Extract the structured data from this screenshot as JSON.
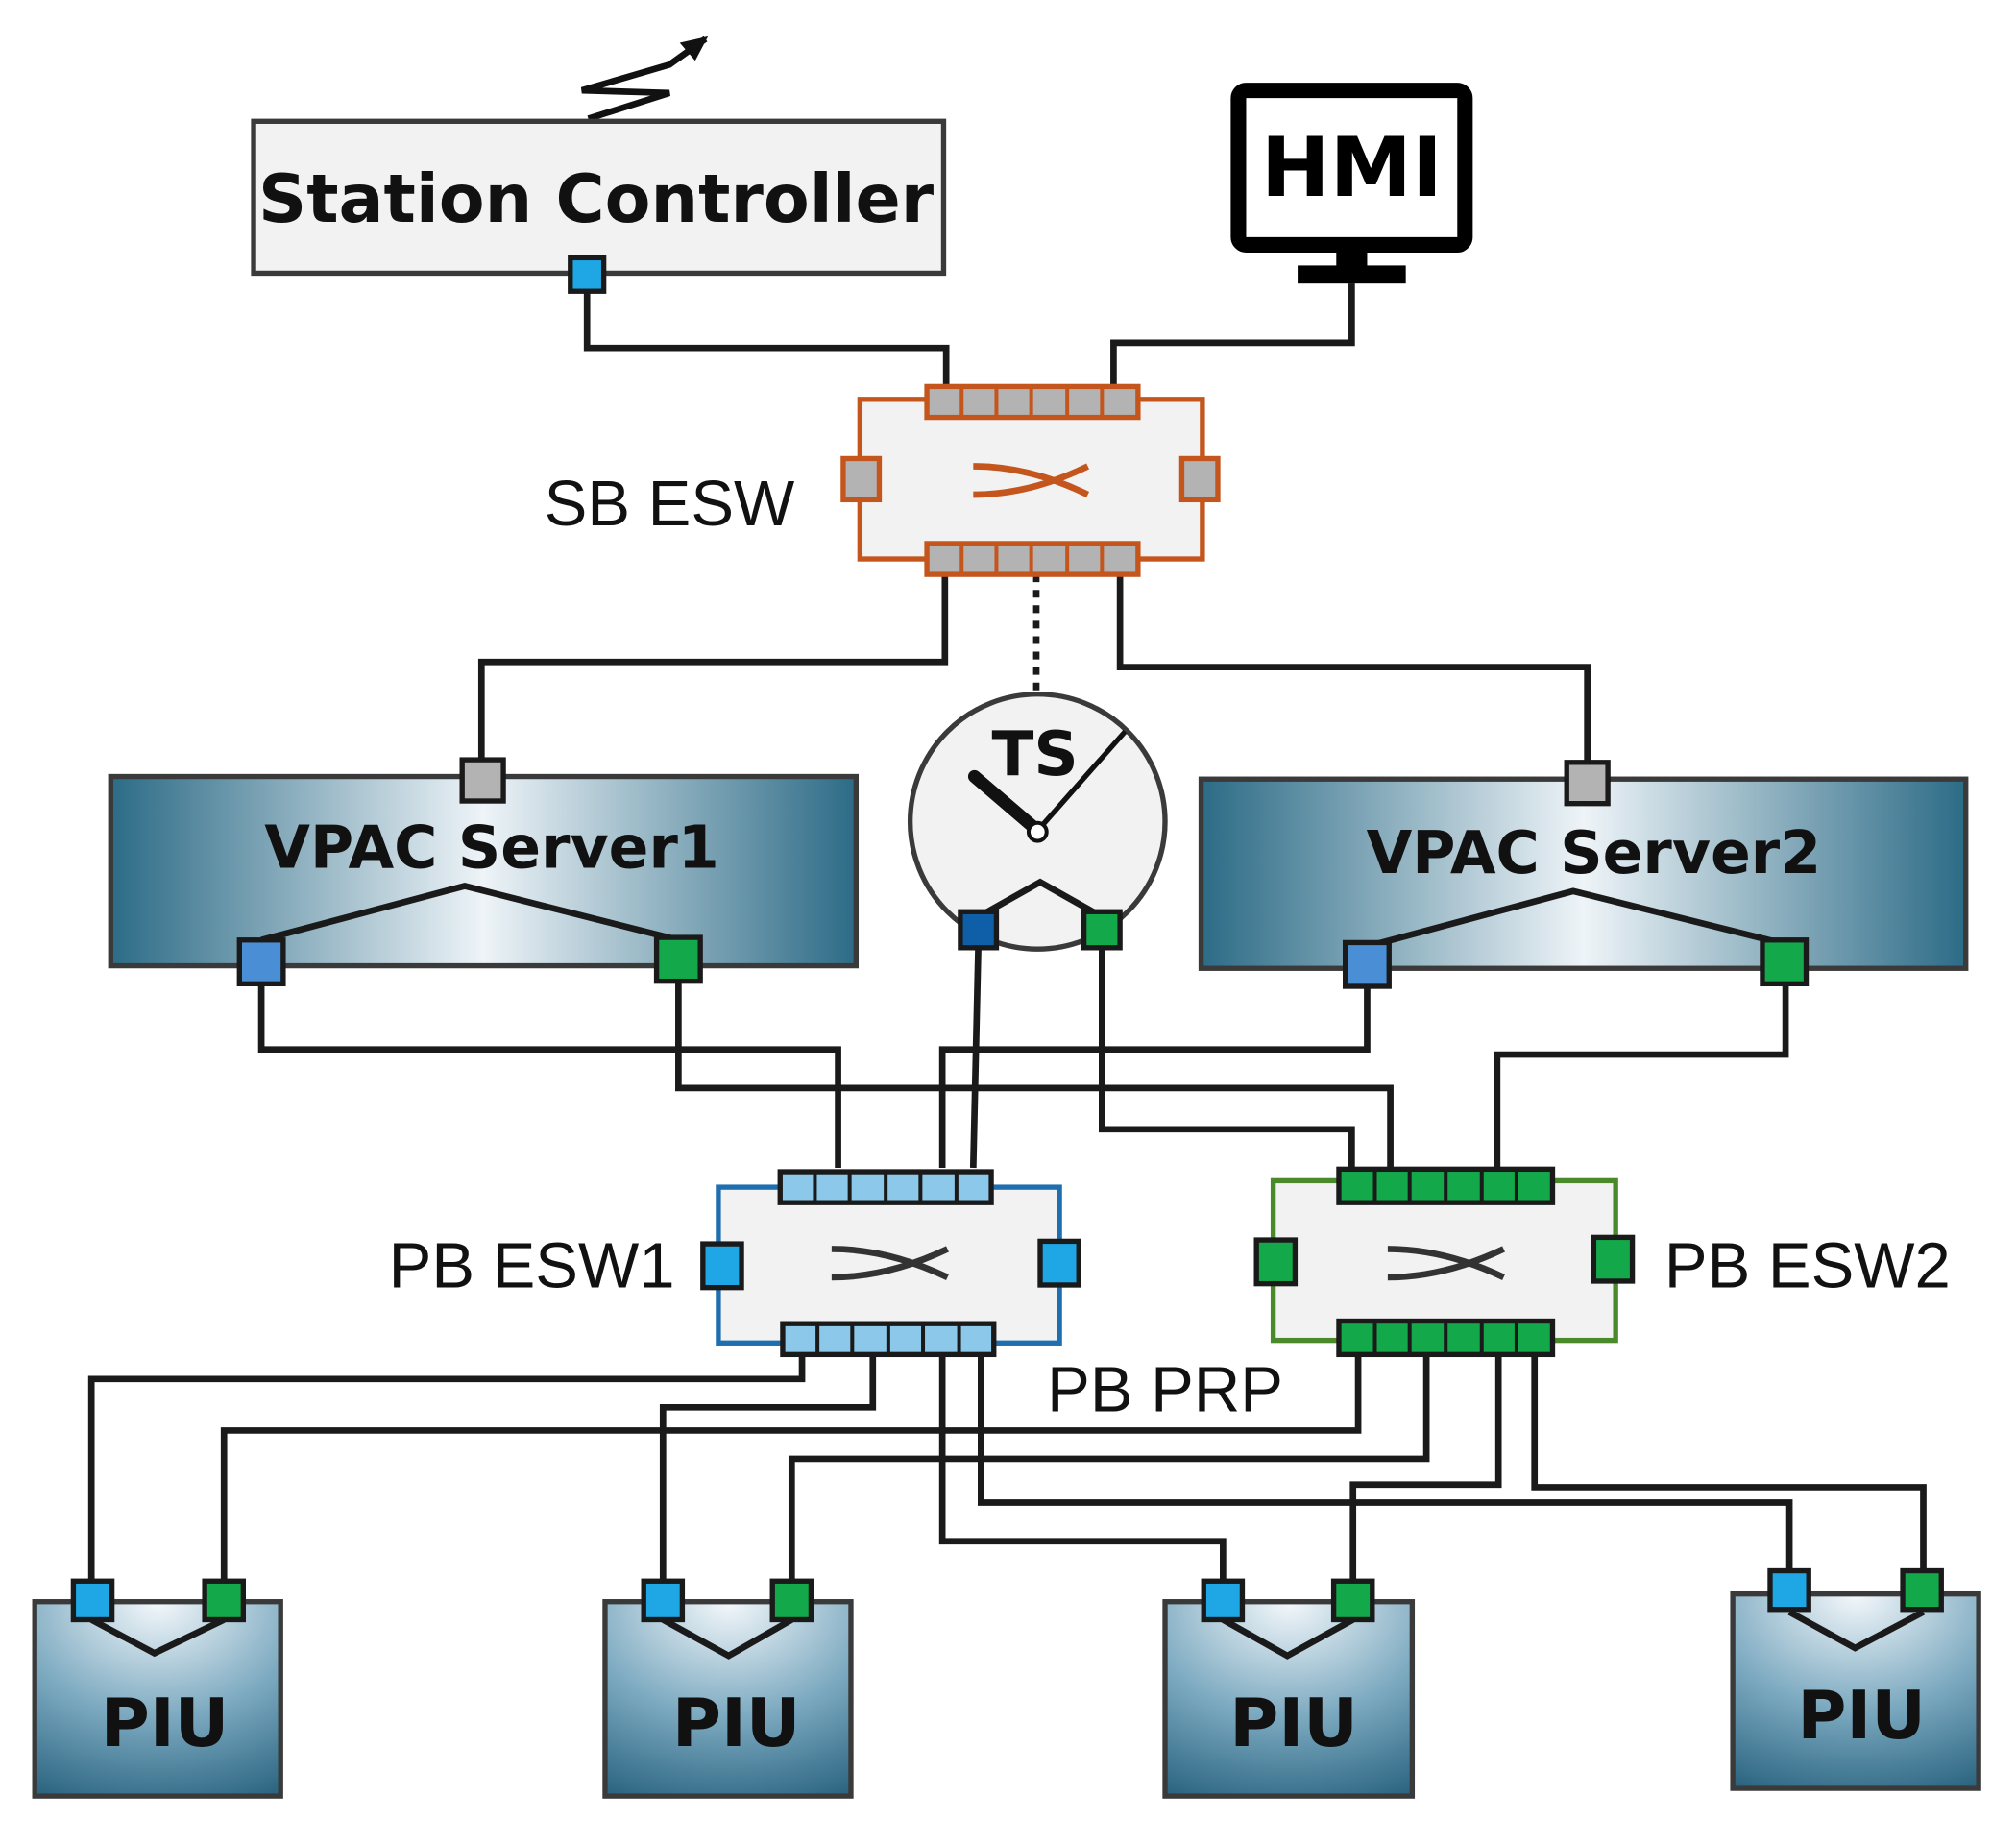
{
  "nodes": {
    "station_controller": "Station Controller",
    "hmi": "HMI",
    "sb_esw": "SB ESW",
    "time_server": "TS",
    "vpac_server1": "VPAC Server1",
    "vpac_server2": "VPAC Server2",
    "pb_esw1": "PB ESW1",
    "pb_esw2": "PB ESW2",
    "pb_prp": "PB PRP",
    "piu": [
      "PIU",
      "PIU",
      "PIU",
      "PIU"
    ]
  },
  "colors": {
    "port_cyan": "#1ea7e4",
    "port_blue": "#4a8fd6",
    "port_navy": "#0f5fa8",
    "port_green": "#13a84a",
    "port_gray": "#b3b3b3",
    "port_lightblue": "#8cc8ea",
    "sb_esw_border": "#c4561d",
    "pb_esw1_border": "#1f6fb0",
    "pb_esw2_border": "#4a8a2a",
    "server_dark": "#2f6f8a",
    "box_fill": "#f2f2f2"
  },
  "icons": [
    "antenna-icon",
    "monitor-icon",
    "switch-icon",
    "clock-icon"
  ]
}
